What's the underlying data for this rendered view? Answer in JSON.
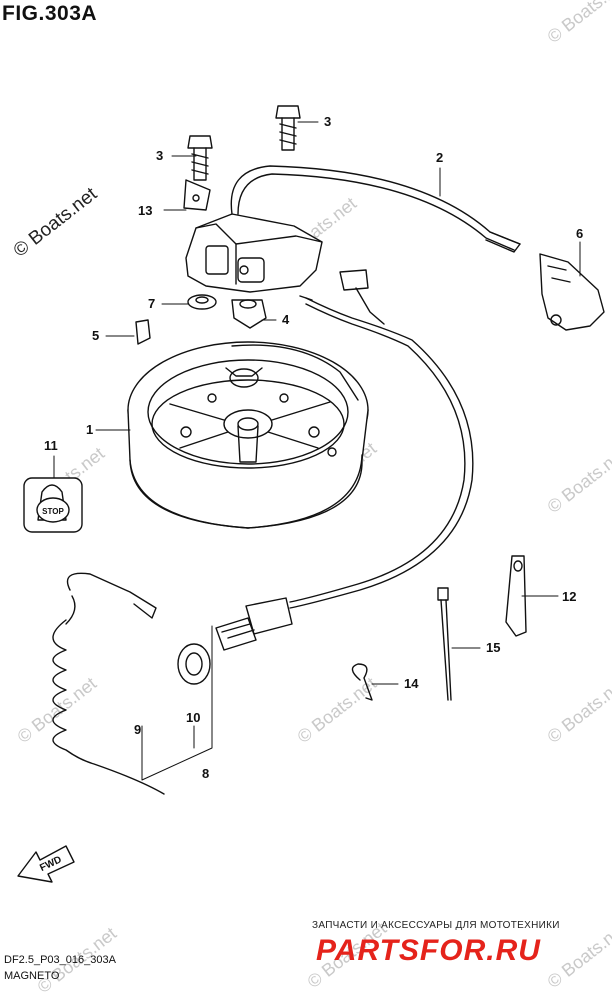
{
  "figure": {
    "title": "FIG.303A",
    "code": "DF2.5_P03_016_303A",
    "name": "MAGNETO"
  },
  "watermark": "© Boats.net",
  "callouts": [
    "1",
    "2",
    "3",
    "3",
    "4",
    "5",
    "6",
    "7",
    "8",
    "9",
    "10",
    "11",
    "12",
    "13",
    "14",
    "15"
  ],
  "stop_switch_label": "STOP",
  "fwd_label": "FWD",
  "ad": {
    "line1": "ЗАПЧАСТИ И АКСЕССУАРЫ ДЛЯ МОТОТЕХНИКИ",
    "line2": "PARTSFOR.RU"
  },
  "colors": {
    "ink": "#111111",
    "ad_red": "#e5231b",
    "watermark": "#c9c9c9"
  }
}
